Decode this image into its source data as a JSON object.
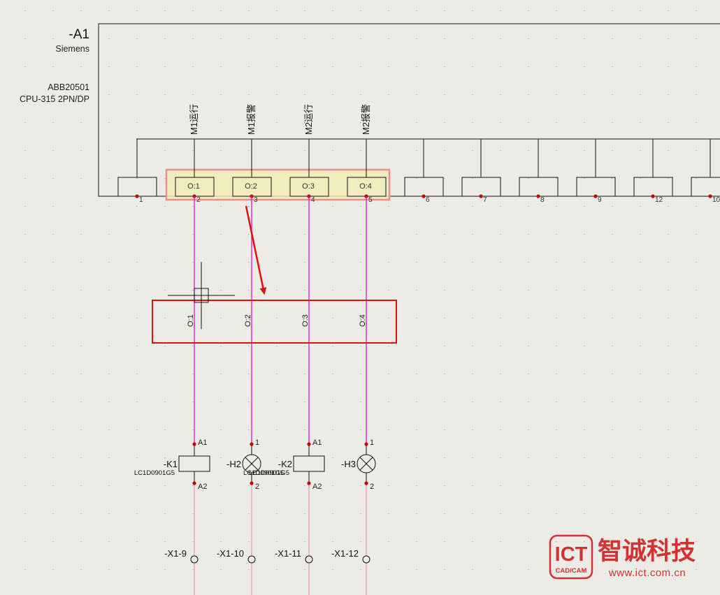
{
  "device": {
    "tag": "-A1",
    "manufacturer": "Siemens",
    "part_number": "ABB20501",
    "model": "CPU-315 2PN/DP"
  },
  "channels": [
    {
      "label": "M1运行",
      "output": "O:1",
      "pin": "2"
    },
    {
      "label": "M1报警",
      "output": "O:2",
      "pin": "3"
    },
    {
      "label": "M2运行",
      "output": "O:3",
      "pin": "4"
    },
    {
      "label": "M2报警",
      "output": "O:4",
      "pin": "5"
    }
  ],
  "other_pins": [
    "1",
    "6",
    "7",
    "8",
    "9",
    "12",
    "10"
  ],
  "callout_labels": [
    "O:1",
    "O:2",
    "O:3",
    "O:4"
  ],
  "components": [
    {
      "type": "coil",
      "tag": "-K1",
      "part": "LC1D0901G5",
      "top_pin": "A1",
      "bottom_pin": "A2"
    },
    {
      "type": "lamp",
      "tag": "-H2",
      "part": "LC1D0901G5",
      "top_pin": "1",
      "bottom_pin": "2"
    },
    {
      "type": "coil",
      "tag": "-K2",
      "part": "LC1D0901G5",
      "top_pin": "A1",
      "bottom_pin": "A2"
    },
    {
      "type": "lamp",
      "tag": "-H3",
      "part": "",
      "top_pin": "1",
      "bottom_pin": "2"
    }
  ],
  "terminals": [
    "-X1-9",
    "-X1-10",
    "-X1-11",
    "-X1-12"
  ],
  "watermark": {
    "brand": "ICT",
    "brand_sub": "CAD/CAM",
    "company": "智诚科技",
    "url": "www.ict.com.cn"
  },
  "colors": {
    "background": "#ecebe6",
    "line": "#111111",
    "wire": "#e000e0",
    "wire_faint": "#f080a0",
    "connection_dot": "#cc0000",
    "highlight_fill": "#f0eeb4",
    "highlight_border": "#f08c8c",
    "callout": "#e01010",
    "watermark_red": "#d23232"
  }
}
